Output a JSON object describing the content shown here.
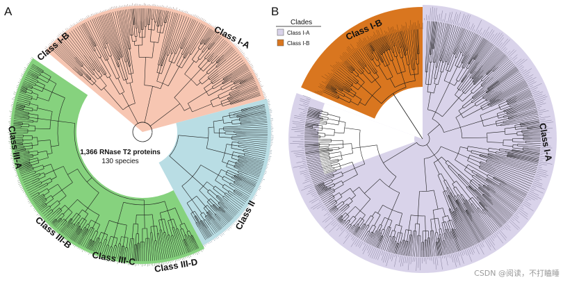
{
  "panel_a": {
    "letter": "A",
    "class_labels": {
      "ia": "Class I-A",
      "ib": "Class I-B",
      "iiia": "Class III-A",
      "iiib": "Class III-B",
      "iiic": "Class III-C",
      "iiid": "Class III-D",
      "ii": "Class II"
    },
    "center_title": "1,366 RNase T2 proteins",
    "center_subtitle": "130 species",
    "colors": {
      "class_i": "#f7c6b2",
      "class_ii": "#b9dde4",
      "class_iii": "#86d27e",
      "branch": "#1a1a1a"
    }
  },
  "panel_b": {
    "letter": "B",
    "legend": {
      "title": "Clades",
      "items": [
        {
          "label": "Class I-A",
          "color": "#d9d3ea"
        },
        {
          "label": "Class I-B",
          "color": "#d9761f"
        }
      ]
    },
    "class_labels": {
      "ib": "Class I-B",
      "ia": "Class I-A"
    }
  },
  "watermark": "CSDN @阅读，不打瞌睡"
}
